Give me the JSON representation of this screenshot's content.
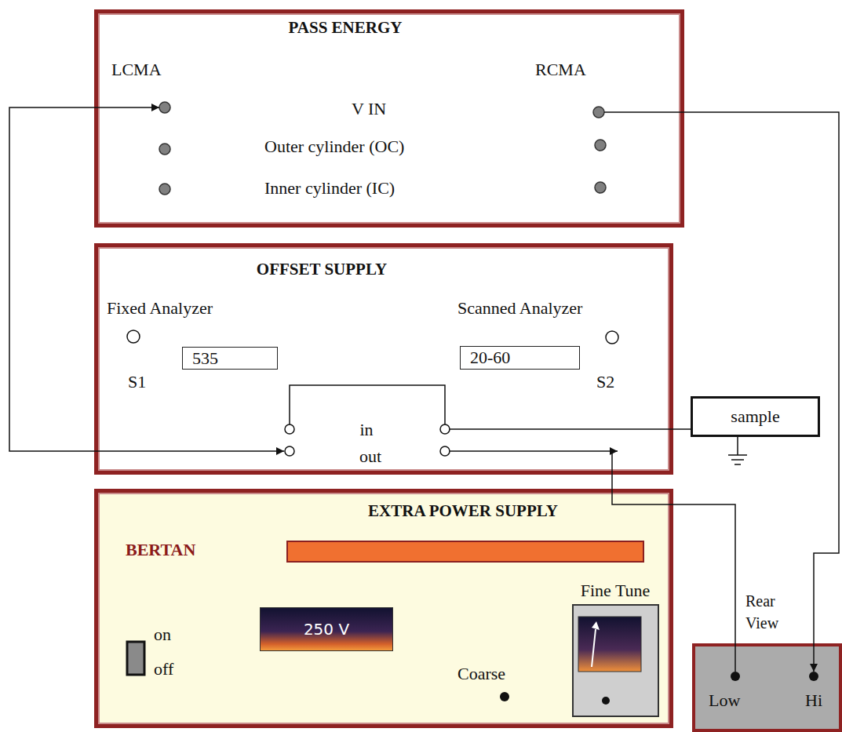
{
  "diagram": {
    "nodes": [
      {
        "text": [
          "PASS ENERGY",
          "LCMA",
          "RCMA",
          "V IN",
          "Outer cylinder (OC)",
          "Inner cylinder (IC)"
        ]
      },
      {
        "text": [
          "OFFSET SUPPLY",
          "Fixed Analyzer",
          "S1",
          "Scanned Analyzer",
          "S2",
          "in",
          "out"
        ]
      },
      {
        "text": [
          "535"
        ],
        "in": 1
      },
      {
        "text": [
          "20-60"
        ],
        "in": 1
      },
      {
        "text": [
          "sample"
        ]
      },
      {
        "text": [
          "EXTRA POWER SUPPLY",
          "BERTAN",
          "on",
          "off",
          "Coarse"
        ]
      },
      {
        "text": [
          "250 V"
        ],
        "in": 5
      },
      {
        "text": [
          "Fine Tune"
        ],
        "in": 5
      },
      {
        "text": [
          "Rear View",
          "Low",
          "Hi"
        ]
      }
    ],
    "edges": [
      {
        "from": 0,
        "to": 1,
        "arrow": "both"
      },
      {
        "from": 1,
        "to": 4,
        "arrow": "none"
      },
      {
        "from": 1,
        "to": 8,
        "arrow": "to"
      },
      {
        "from": 0,
        "to": 8,
        "arrow": "to"
      }
    ]
  }
}
